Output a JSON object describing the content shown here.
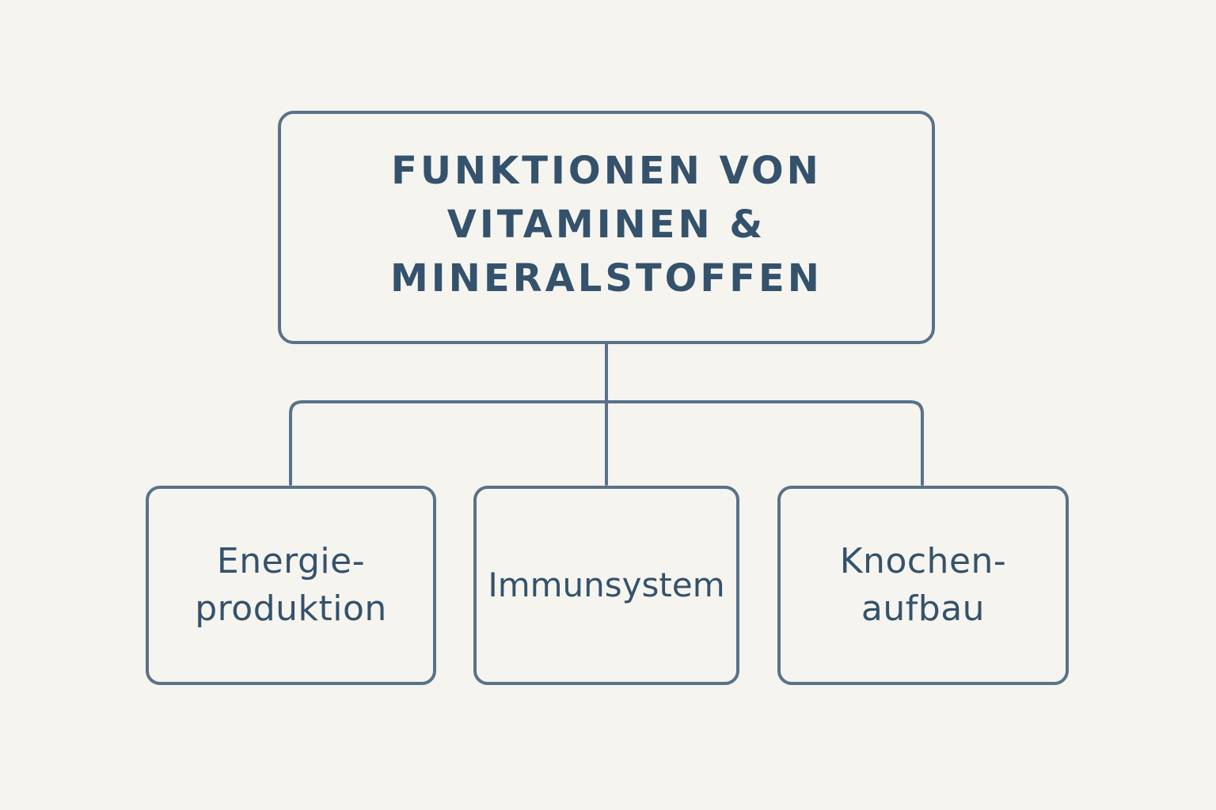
{
  "diagram": {
    "root": {
      "title": "FUNKTIONEN VON\nVITAMINEN &\nMINERALSTOFFEN"
    },
    "children": [
      {
        "label": "Energie-\nproduktion"
      },
      {
        "label": "Immunsystem"
      },
      {
        "label": "Knochen-\naufbau"
      }
    ]
  },
  "colors": {
    "background": "#f6f4ef",
    "stroke": "#587289",
    "text": "#34526c"
  }
}
